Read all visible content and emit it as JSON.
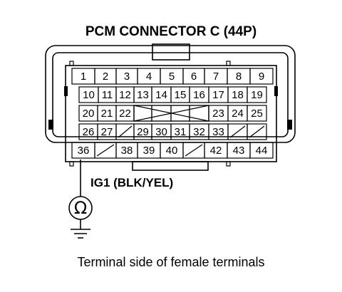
{
  "title": "PCM CONNECTOR C (44P)",
  "wire_label": "IG1 (BLK/YEL)",
  "caption": "Terminal side of female terminals",
  "meter_symbol": "Ω",
  "meter_icon": "ohmmeter-icon",
  "ground_icon": "ground-icon",
  "probe_terminal": "36",
  "rows": [
    [
      "1",
      "2",
      "3",
      "4",
      "5",
      "6",
      "7",
      "8",
      "9"
    ],
    [
      "10",
      "11",
      "12",
      "13",
      "14",
      "15",
      "16",
      "17",
      "18",
      "19"
    ],
    [
      "20",
      "21",
      "22",
      "",
      "",
      "",
      "",
      "23",
      "24",
      "25"
    ],
    [
      "26",
      "27",
      "",
      "29",
      "30",
      "31",
      "32",
      "33",
      "",
      ""
    ],
    [
      "36",
      "",
      "38",
      "39",
      "40",
      "",
      "42",
      "43",
      "44"
    ]
  ]
}
